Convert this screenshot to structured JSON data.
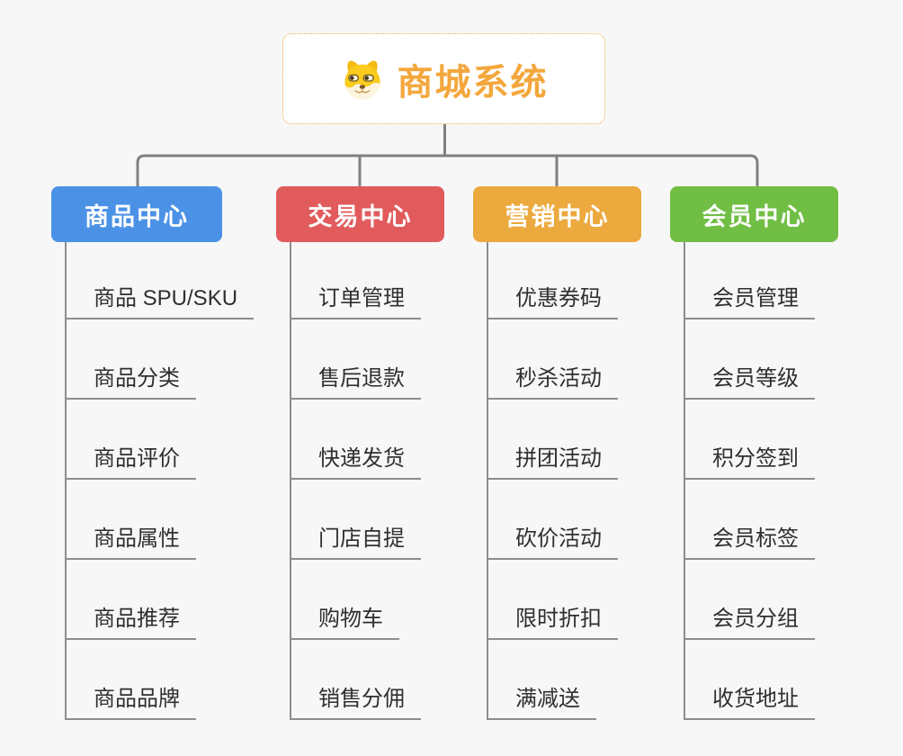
{
  "page": {
    "background": "#f7f7f7",
    "connector_color": "#808080"
  },
  "root": {
    "title": "商城系统",
    "icon": "doge-icon",
    "title_color": "#f3a73c",
    "border_color": "#efa94b"
  },
  "branches": [
    {
      "label": "商品中心",
      "color": "#4b92e6",
      "children": [
        "商品 SPU/SKU",
        "商品分类",
        "商品评价",
        "商品属性",
        "商品推荐",
        "商品品牌"
      ]
    },
    {
      "label": "交易中心",
      "color": "#e25b5c",
      "children": [
        "订单管理",
        "售后退款",
        "快递发货",
        "门店自提",
        "购物车",
        "销售分佣"
      ]
    },
    {
      "label": "营销中心",
      "color": "#eca93e",
      "children": [
        "优惠券码",
        "秒杀活动",
        "拼团活动",
        "砍价活动",
        "限时折扣",
        "满减送"
      ]
    },
    {
      "label": "会员中心",
      "color": "#71be44",
      "children": [
        "会员管理",
        "会员等级",
        "积分签到",
        "会员标签",
        "会员分组",
        "收货地址"
      ]
    }
  ]
}
